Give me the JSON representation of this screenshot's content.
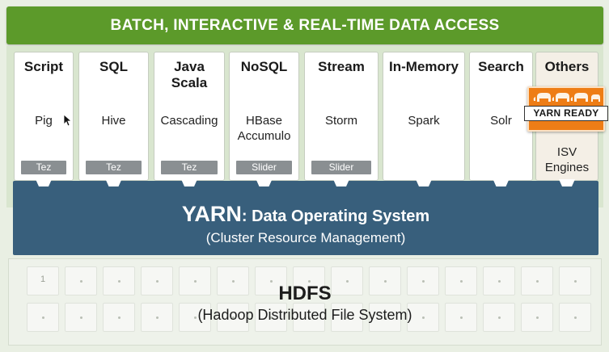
{
  "banner": {
    "title": "BATCH, INTERACTIVE & REAL-TIME  DATA  ACCESS",
    "color": "#5c9a2a"
  },
  "engines": [
    {
      "id": "script",
      "title": "Script",
      "tools": "Pig",
      "tag": "Tez"
    },
    {
      "id": "sql",
      "title": "SQL",
      "tools": "Hive",
      "tag": "Tez"
    },
    {
      "id": "java",
      "title": "Java\nScala",
      "tools": "Cascading",
      "tag": "Tez"
    },
    {
      "id": "nosql",
      "title": "NoSQL",
      "tools": "HBase\nAccumulo",
      "tag": "Slider"
    },
    {
      "id": "stream",
      "title": "Stream",
      "tools": "Storm",
      "tag": "Slider"
    },
    {
      "id": "in-memory",
      "title": "In-Memory",
      "tools": "Spark",
      "tag": ""
    },
    {
      "id": "search",
      "title": "Search",
      "tools": "Solr",
      "tag": ""
    },
    {
      "id": "others",
      "title": "Others",
      "tools": "ISV\nEngines",
      "tag": ""
    }
  ],
  "badge": {
    "label": "YARN READY",
    "icons": "elephant-icon",
    "color": "#ee7d16"
  },
  "yarn": {
    "title_main": "YARN",
    "title_rest": ": Data Operating System",
    "subtitle": "(Cluster Resource Management)",
    "color": "#385f7c"
  },
  "hdfs": {
    "title": "HDFS",
    "subtitle": "(Hadoop Distributed File System)",
    "first_cell_label": "1"
  }
}
